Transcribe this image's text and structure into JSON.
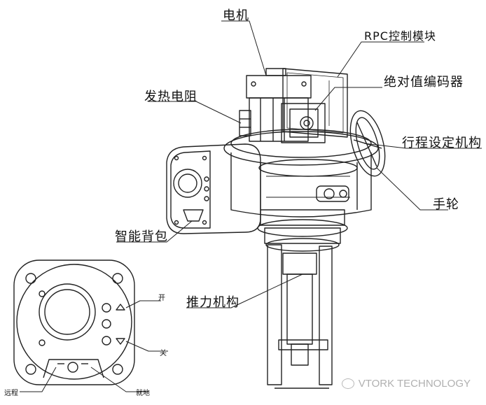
{
  "labels": {
    "motor": "电机",
    "rpc_module": "RPC控制模块",
    "abs_encoder": "绝对值编码器",
    "heater": "发热电阻",
    "travel_mech": "行程设定机构",
    "handwheel": "手轮",
    "smart_pack": "智能背包",
    "thrust_mech": "推力机构",
    "open": "开",
    "close": "关",
    "remote": "远程",
    "local": "就地"
  },
  "watermark": {
    "text": "VTORK TECHNOLOGY",
    "icon": "wechat-bubble-icon"
  },
  "colors": {
    "line": "#222222",
    "watermark": "#b0b0b0",
    "background": "#ffffff"
  }
}
